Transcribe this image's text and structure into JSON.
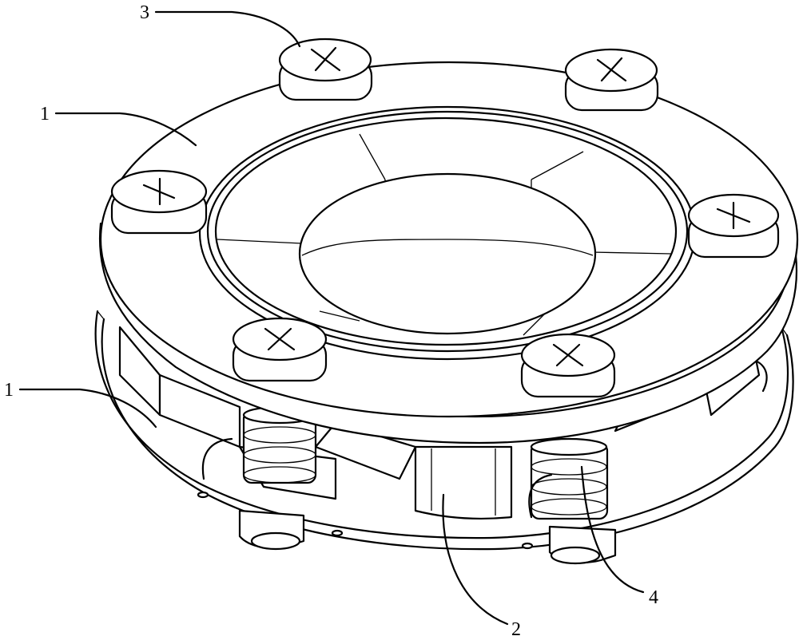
{
  "labels": {
    "part_1_upper": "1",
    "part_1_lower": "1",
    "part_2": "2",
    "part_3": "3",
    "part_4": "4"
  },
  "colors": {
    "line": "#000000",
    "background": "#ffffff"
  }
}
